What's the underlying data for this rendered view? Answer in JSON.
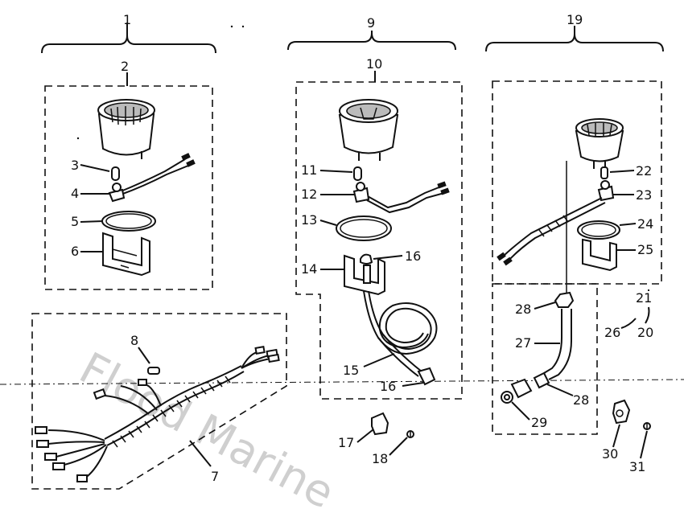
{
  "callouts": {
    "c1": "1",
    "c2": "2",
    "c3": "3",
    "c4": "4",
    "c5": "5",
    "c6": "6",
    "c7": "7",
    "c8": "8",
    "c9": "9",
    "c10": "10",
    "c11": "11",
    "c12": "12",
    "c13": "13",
    "c14": "14",
    "c15": "15",
    "c16a": "16",
    "c16b": "16",
    "c17": "17",
    "c18": "18",
    "c19": "19",
    "c20": "20",
    "c21": "21",
    "c22": "22",
    "c23": "23",
    "c24": "24",
    "c25": "25",
    "c26": "26",
    "c27": "27",
    "c28a": "28",
    "c28b": "28",
    "c29": "29",
    "c30": "30",
    "c31": "31"
  },
  "watermark": "Flood Marine"
}
